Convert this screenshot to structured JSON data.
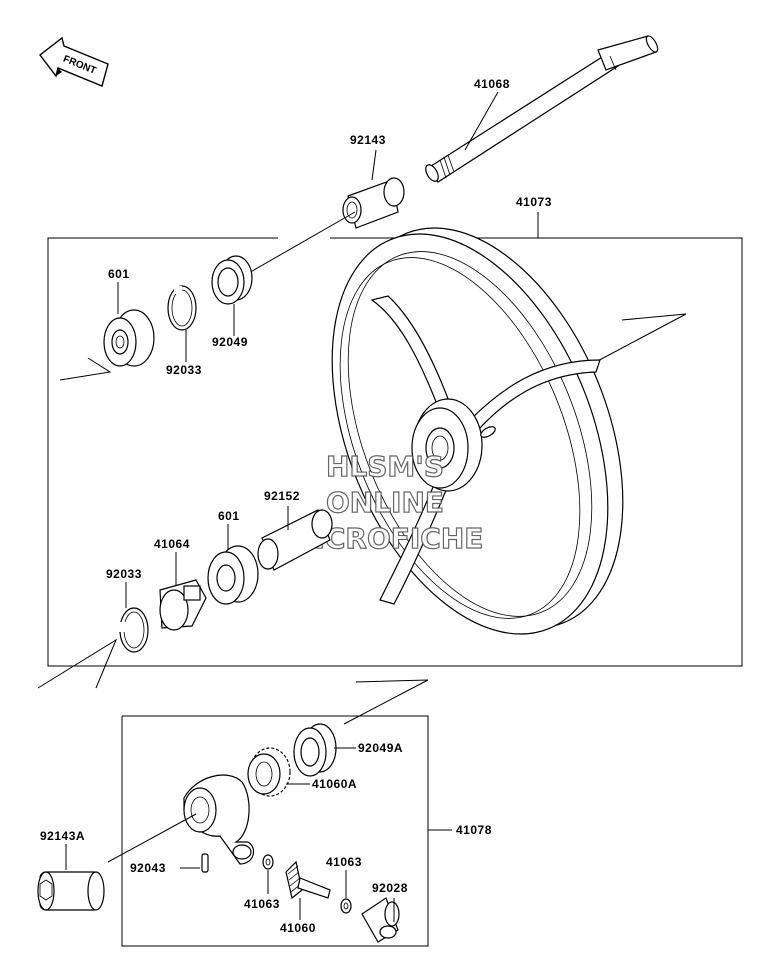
{
  "direction_label": "FRONT",
  "watermark": [
    "HLSM'S",
    "ONLINE",
    "MICROFICHE"
  ],
  "parts": {
    "axle": "41068",
    "collar_top": "92143",
    "wheel_assy": "41073",
    "bearing_left": "601",
    "circlip_left": "92033",
    "oil_seal_left": "92049",
    "distance_collar": "92152",
    "bearing_right": "601",
    "coupling": "41064",
    "circlip_right": "92033",
    "oil_seal_gear": "92049A",
    "meter_gear": "41060A",
    "gear_housing_assy": "41078",
    "collar_bottom": "92143A",
    "pin": "92043",
    "washer_a": "41063",
    "washer_b": "41063",
    "pinion": "41060",
    "bushing": "92028"
  }
}
